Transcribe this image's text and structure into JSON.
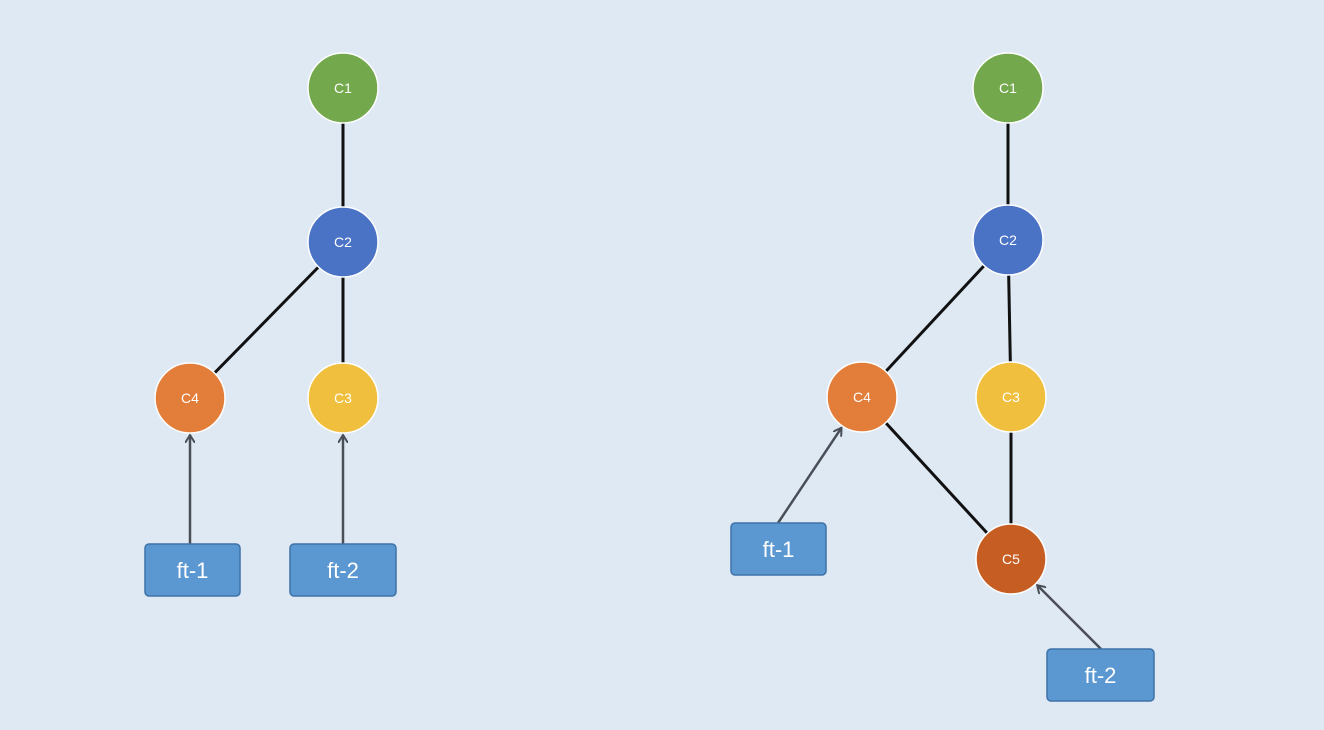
{
  "colors": {
    "background": "#dfe9f4",
    "edge": "#111111",
    "arrow": "#4a4f57",
    "branch_fill": "#5b97d1",
    "branch_border": "#3e73a8",
    "node_border": "#ffffff"
  },
  "diagrams": [
    {
      "id": "before",
      "commits": [
        {
          "id": "c1",
          "label": "C1",
          "color": "#73a84d"
        },
        {
          "id": "c2",
          "label": "C2",
          "color": "#4a72c5"
        },
        {
          "id": "c4",
          "label": "C4",
          "color": "#e27d3a"
        },
        {
          "id": "c3",
          "label": "C3",
          "color": "#f0bf3d"
        }
      ],
      "edges": [
        [
          "c1",
          "c2"
        ],
        [
          "c2",
          "c4"
        ],
        [
          "c2",
          "c3"
        ]
      ],
      "branches": [
        {
          "id": "ft1",
          "label": "ft-1",
          "points_to": "c4"
        },
        {
          "id": "ft2",
          "label": "ft-2",
          "points_to": "c3"
        }
      ]
    },
    {
      "id": "after",
      "commits": [
        {
          "id": "c1",
          "label": "C1",
          "color": "#73a84d"
        },
        {
          "id": "c2",
          "label": "C2",
          "color": "#4a72c5"
        },
        {
          "id": "c4",
          "label": "C4",
          "color": "#e27d3a"
        },
        {
          "id": "c3",
          "label": "C3",
          "color": "#f0bf3d"
        },
        {
          "id": "c5",
          "label": "C5",
          "color": "#c65e24"
        }
      ],
      "edges": [
        [
          "c1",
          "c2"
        ],
        [
          "c2",
          "c4"
        ],
        [
          "c2",
          "c3"
        ],
        [
          "c4",
          "c5"
        ],
        [
          "c3",
          "c5"
        ]
      ],
      "branches": [
        {
          "id": "ft1",
          "label": "ft-1",
          "points_to": "c4"
        },
        {
          "id": "ft2",
          "label": "ft-2",
          "points_to": "c5"
        }
      ]
    }
  ]
}
